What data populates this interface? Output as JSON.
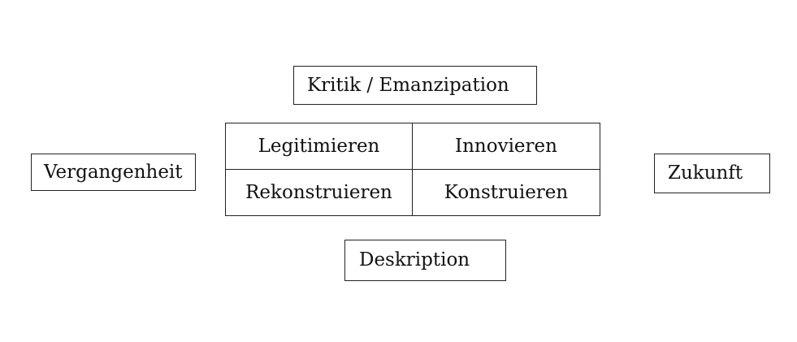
{
  "diagram": {
    "top": "Kritik / Emanzipation",
    "bottom": "Deskription",
    "left": "Vergangenheit",
    "right": "Zukunft",
    "matrix": {
      "top_left": "Legitimieren",
      "top_right": "Innovieren",
      "bottom_left": "Rekonstruieren",
      "bottom_right": "Konstruieren"
    }
  }
}
